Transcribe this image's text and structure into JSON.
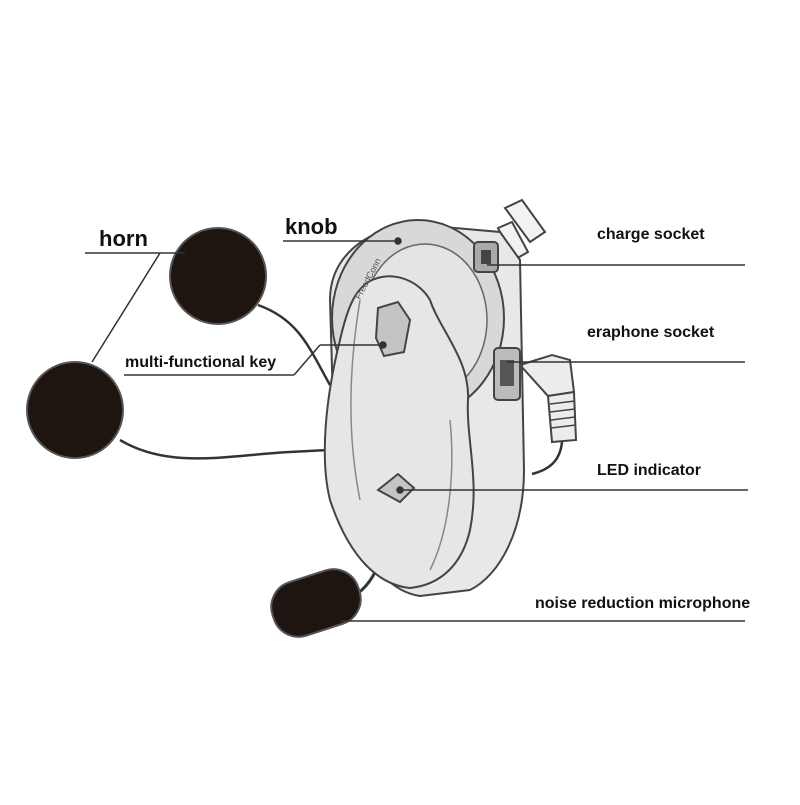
{
  "diagram": {
    "labels": {
      "horn": "horn",
      "knob": "knob",
      "charge_socket": "charge socket",
      "earphone_socket": "eraphone socket",
      "multi_functional_key": "multi-functional key",
      "led_indicator": "LED indicator",
      "microphone": "noise reduction microphone"
    },
    "device_brand": "FreedConn"
  },
  "colors": {
    "line": "#333333",
    "speaker_fill": "#1e1410",
    "body_fill": "#ececec",
    "outline": "#444444"
  }
}
